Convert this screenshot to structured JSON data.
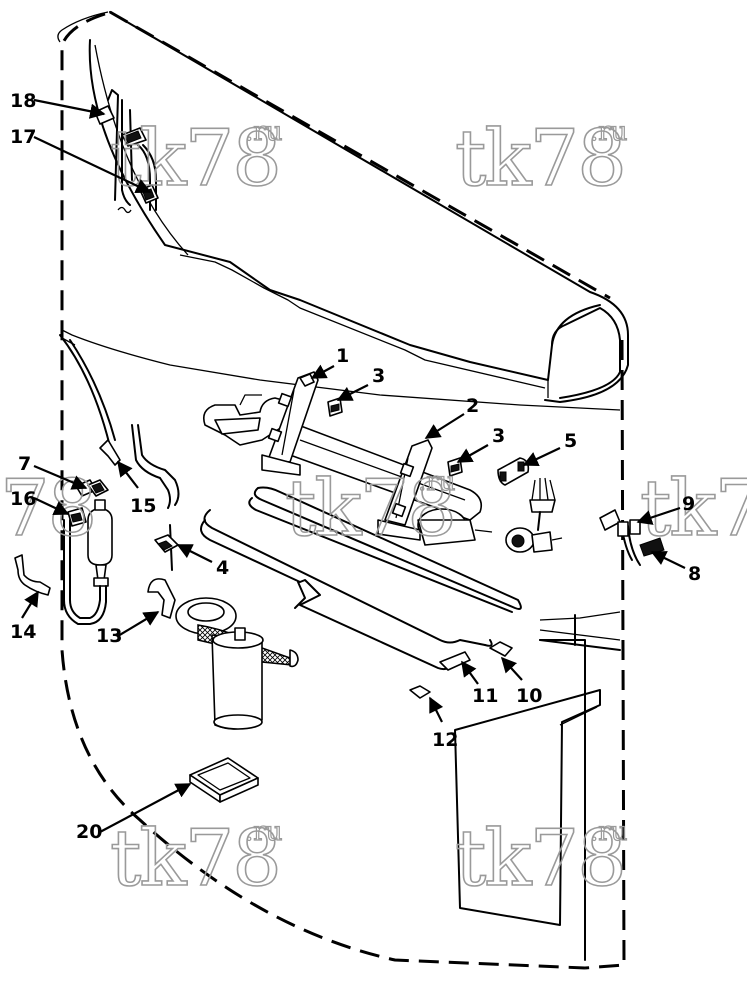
{
  "callouts": [
    {
      "id": "c1",
      "label": "1"
    },
    {
      "id": "c2",
      "label": "2"
    },
    {
      "id": "c3a",
      "label": "3"
    },
    {
      "id": "c3b",
      "label": "3"
    },
    {
      "id": "c4",
      "label": "4"
    },
    {
      "id": "c5",
      "label": "5"
    },
    {
      "id": "c7",
      "label": "7"
    },
    {
      "id": "c8",
      "label": "8"
    },
    {
      "id": "c9",
      "label": "9"
    },
    {
      "id": "c10",
      "label": "10"
    },
    {
      "id": "c11",
      "label": "11"
    },
    {
      "id": "c12",
      "label": "12"
    },
    {
      "id": "c13",
      "label": "13"
    },
    {
      "id": "c14",
      "label": "14"
    },
    {
      "id": "c15",
      "label": "15"
    },
    {
      "id": "c16",
      "label": "16"
    },
    {
      "id": "c17",
      "label": "17"
    },
    {
      "id": "c18",
      "label": "18"
    },
    {
      "id": "c20",
      "label": "20"
    }
  ],
  "watermark": {
    "main": "tk78",
    "suffix": ".ru",
    "edge": "tk78",
    "edge_left": "78"
  }
}
